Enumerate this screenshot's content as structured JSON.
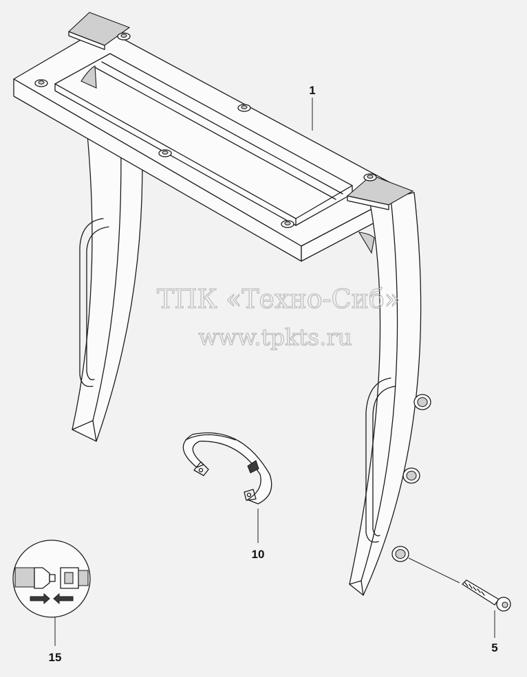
{
  "watermark": {
    "line1": "ТПК «Техно-Сиб»",
    "line2": "www.tpkts.ru"
  },
  "callouts": {
    "frame": "1",
    "bolt": "5",
    "clamp": "10",
    "seatbelt": "15"
  }
}
